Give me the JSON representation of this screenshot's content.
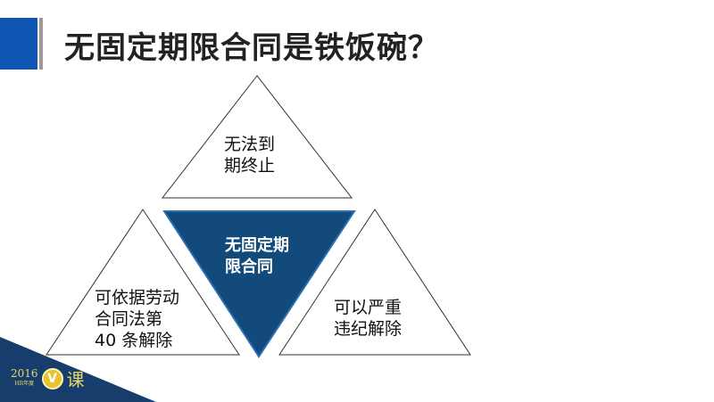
{
  "title": "无固定期限合同是铁饭碗？",
  "colors": {
    "accent_blue": "#0f56b3",
    "center_triangle": "#134a7c",
    "footer_navy": "#163d6b",
    "logo_gold": "#e8d76a"
  },
  "triangles": {
    "top": [
      "无法到",
      "期终止"
    ],
    "center": [
      "无固定期",
      "限合同"
    ],
    "left": [
      "可依据劳动",
      "合同法第",
      "40 条解除"
    ],
    "right": [
      "可以严重",
      "违纪解除"
    ]
  },
  "logo": {
    "year": "2016",
    "sub": "HR年度",
    "v": "V",
    "ke": "课"
  }
}
